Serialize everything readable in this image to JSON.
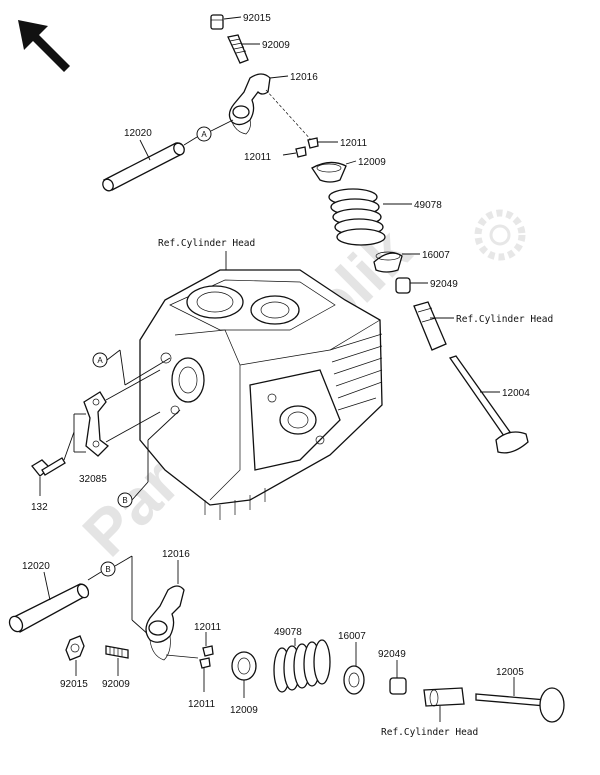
{
  "watermark": "PartsRepublik",
  "direction_icon": "front-direction-arrow",
  "labels": {
    "p92015_top": "92015",
    "p92009_top": "92009",
    "p12016_top": "12016",
    "p12020_top": "12020",
    "p12011_right": "12011",
    "p12011_left": "12011",
    "p12009_top": "12009",
    "p49078_top": "49078",
    "p16007_top": "16007",
    "p92049_top": "92049",
    "p12004": "12004",
    "p32085": "32085",
    "p132": "132",
    "p12020_bot": "12020",
    "p12016_bot": "12016",
    "p12011_bot_top": "12011",
    "p12011_bot_low": "12011",
    "p92015_bot": "92015",
    "p92009_bot": "92009",
    "p12009_bot": "12009",
    "p49078_bot": "49078",
    "p16007_bot": "16007",
    "p92049_bot": "92049",
    "p12005": "12005"
  },
  "refs": {
    "cyl_head_top": "Ref.Cylinder Head",
    "cyl_head_right": "Ref.Cylinder Head",
    "cyl_head_bottom": "Ref.Cylinder Head"
  },
  "callouts": {
    "a_top": "A",
    "a_head": "A",
    "b_head": "B",
    "b_bottom": "B"
  }
}
